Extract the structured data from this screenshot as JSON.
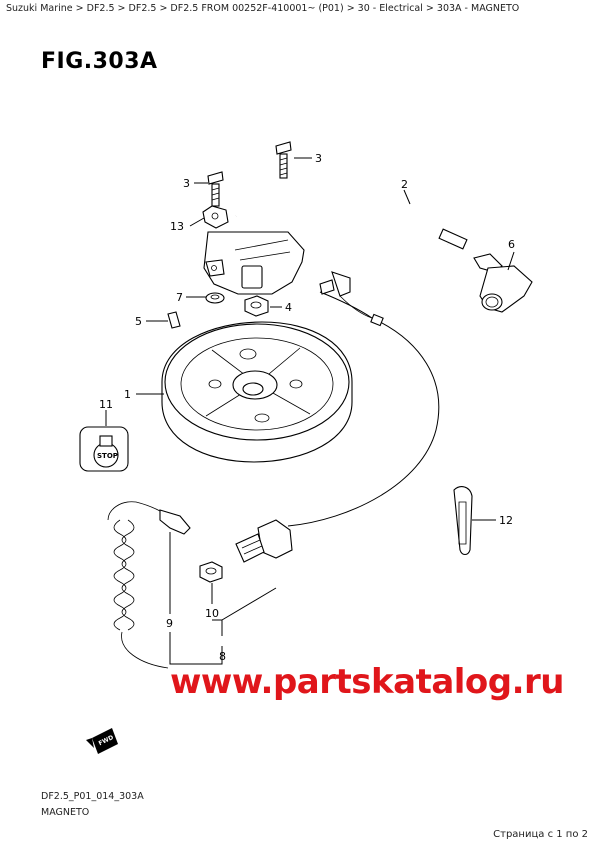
{
  "breadcrumb": "Suzuki Marine > DF2.5 > DF2.5 > DF2.5 FROM 00252F-410001~ (P01) > 30 - Electrical > 303A - MAGNETO",
  "figure_title": "FIG.303A",
  "watermark": "www.partskatalog.ru",
  "footer": {
    "code": "DF2.5_P01_014_303A",
    "name": "MAGNETO"
  },
  "page_info": "Страница с 1 по 2",
  "callouts": [
    "1",
    "2",
    "3",
    "3",
    "4",
    "5",
    "6",
    "7",
    "8",
    "9",
    "10",
    "11",
    "12",
    "13"
  ],
  "stop_button_label": "STOP",
  "fwd_label": "FWD"
}
